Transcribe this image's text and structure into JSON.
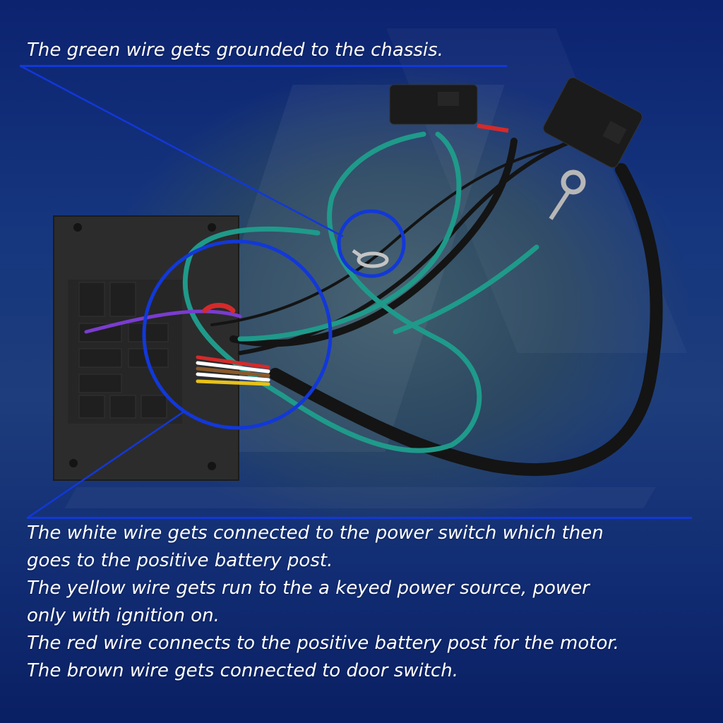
{
  "captions": {
    "top": "The green wire gets grounded to the chassis.",
    "bottom_lines": [
      "The white wire gets connected to the power switch which then",
      "goes to the positive battery post.",
      "The yellow wire gets run to the a keyed power source, power",
      "only with ignition on.",
      "The red wire connects to the positive battery post for the motor.",
      "The brown wire gets connected to door switch."
    ]
  },
  "colors": {
    "callout_blue": "#1238d8",
    "green_wire": "#1f9a8a",
    "black_wire": "#141414",
    "module_body": "#2a2a2a",
    "text": "#ffffff"
  }
}
